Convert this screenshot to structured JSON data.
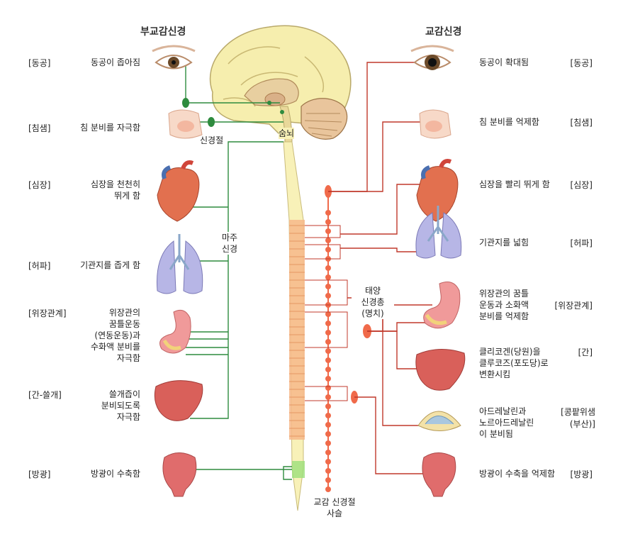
{
  "headers": {
    "parasympathetic": "부교감신경",
    "sympathetic": "교감신경"
  },
  "center_labels": {
    "ganglion": "신경절",
    "brainstem": "숨뇌",
    "vagus": "마주\n신경",
    "solar_plexus": "태양\n신경총\n(명치)",
    "chain": "교감 신경절\n사슬"
  },
  "left": [
    {
      "category": "[동공]",
      "effect": "동공이 좁아짐"
    },
    {
      "category": "[침샘]",
      "effect": "침 분비를 자극함"
    },
    {
      "category": "[심장]",
      "effect": "심장을 천천히\n뛰게 함"
    },
    {
      "category": "[허파]",
      "effect": "기관지를 좁게 함"
    },
    {
      "category": "[위장관계]",
      "effect": "위장관의\n꿈틀운동\n(연동운동)과\n수화액 분비를\n자극함"
    },
    {
      "category": "[간-쓸개]",
      "effect": "쓸개즙이\n분비되도록\n자극함"
    },
    {
      "category": "[방광]",
      "effect": "방광이 수축함"
    }
  ],
  "right": [
    {
      "category": "[동공]",
      "effect": "동공이 확대됨"
    },
    {
      "category": "[침샘]",
      "effect": "침 분비를 억제함"
    },
    {
      "category": "[심장]",
      "effect": "심장을 빨리 뛰게 함"
    },
    {
      "category": "[허파]",
      "effect": "기관지를 넓힘"
    },
    {
      "category": "[위장관계]",
      "effect": "위장관의 꿈틀\n운동과 소화액\n분비를 억제함"
    },
    {
      "category": "[간]",
      "effect": "클리코겐(당원)을\n클루코즈(포도당)로\n변환시킴"
    },
    {
      "category": "[콩팥위샘\n(부산)]",
      "effect": "아드레날린과\n노르아드레날린\n이 분비됨"
    },
    {
      "category": "[방광]",
      "effect": "방광이 수축을 억제함"
    }
  ],
  "colors": {
    "parasympathetic_line": "#2e8b3e",
    "sympathetic_line": "#c0392b",
    "sympathetic_node": "#f06a4a",
    "spine": "#f8f1b8",
    "spine_segment": "#f7b889",
    "brain": "#f6eeae"
  }
}
